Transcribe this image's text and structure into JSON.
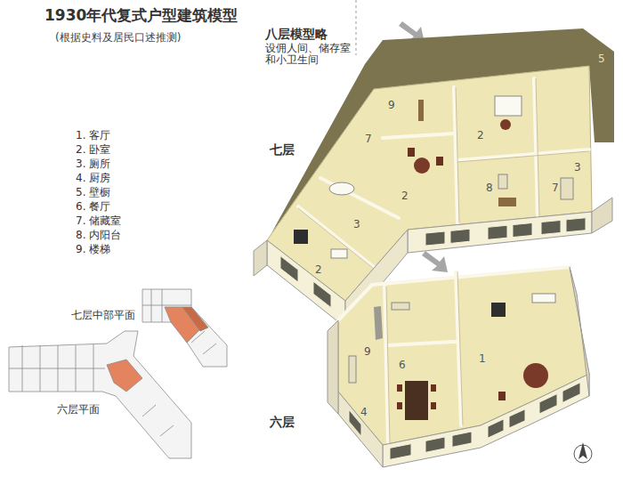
{
  "diagram": {
    "title": "1930年代复式户型建筑模型",
    "labels": [
      "(根据史料及居民口述推测)",
      "1. 客厅",
      "2. 卧室",
      "3. 厕所",
      "4. 厨房",
      "5. 壁橱",
      "6. 餐厅",
      "7. 储藏室",
      "8. 内阳台",
      "9. 楼梯",
      "八层模型略",
      "设佣人间、储存室 和小卫生间",
      "七层",
      "六层",
      "七层中部平面",
      "六层平面",
      "5",
      "9",
      "7",
      "2",
      "2",
      "8",
      "7",
      "3",
      "3",
      "2",
      "9",
      "6",
      "1",
      "4"
    ]
  }
}
